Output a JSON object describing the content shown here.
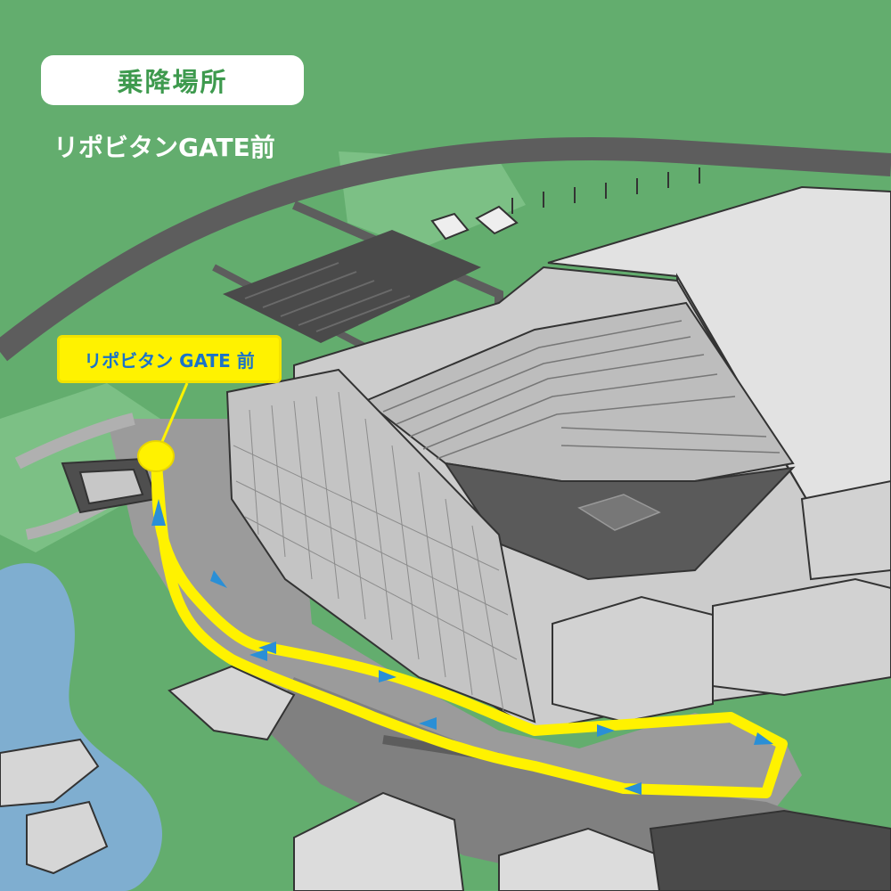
{
  "header": {
    "category_label": "乗降場所",
    "location_name": "リポビタンGATE前"
  },
  "map": {
    "callout_label": "リポビタン GATE 前",
    "colors": {
      "grass": "#63ad6e",
      "road": "#5d5d5d",
      "building": "#d6d6d6",
      "water": "#7faed0",
      "route": "#fff200",
      "arrow": "#2a8fd6"
    },
    "icons": [
      "pin-marker-icon",
      "direction-arrow-icon"
    ]
  }
}
